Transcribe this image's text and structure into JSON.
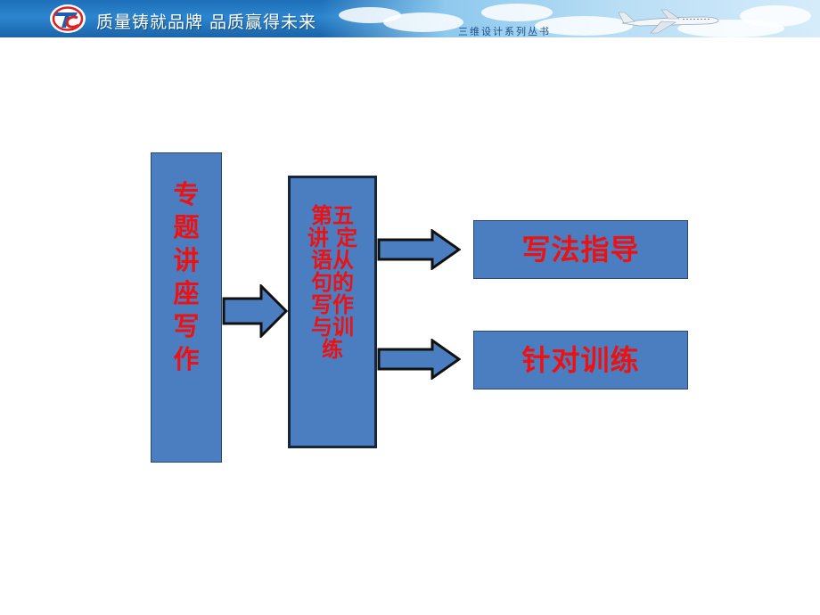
{
  "header": {
    "slogan": "质量铸就品牌 品质赢得未来",
    "series": "三维设计系列丛书",
    "logo_icon": "tc-logo-icon",
    "plane_icon": "airplane-icon",
    "colors": {
      "banner": "#1d6fb8",
      "sky": "#b9def5"
    }
  },
  "diagram": {
    "colors": {
      "box_fill": "#4a7ec0",
      "text": "#ee1111",
      "arrow": "#4a7ec0",
      "arrow_outline": "#111111"
    },
    "main_box": {
      "text": "专题讲座 写作"
    },
    "middle_box": {
      "text": "第五讲 定语从句的写作与训练"
    },
    "right_boxes": [
      {
        "text": "写法指导"
      },
      {
        "text": "针对训练"
      }
    ]
  }
}
